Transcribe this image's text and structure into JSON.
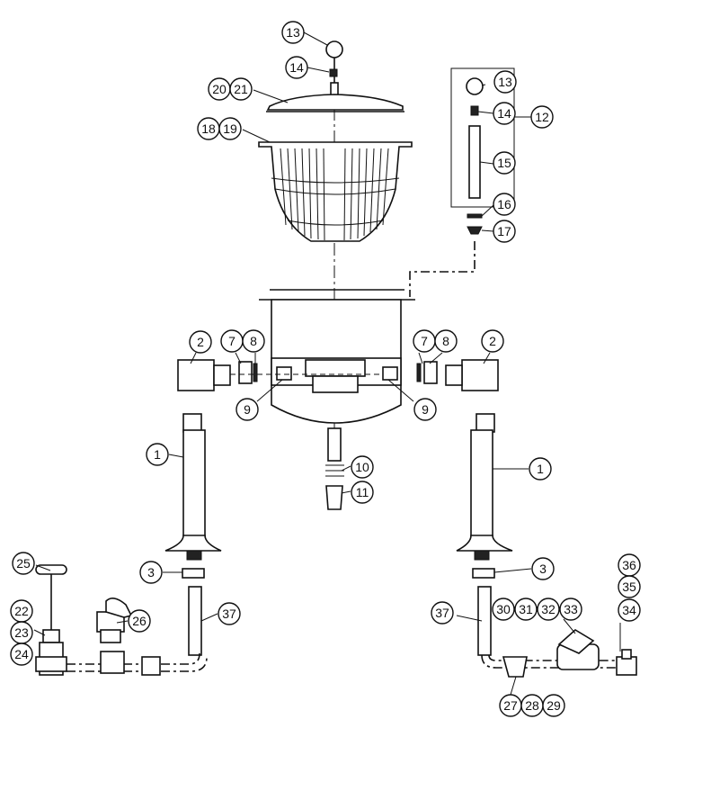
{
  "callouts": [
    {
      "id": "c13a",
      "label": "13"
    },
    {
      "id": "c14a",
      "label": "14"
    },
    {
      "id": "c20",
      "label": "20"
    },
    {
      "id": "c21",
      "label": "21"
    },
    {
      "id": "c18",
      "label": "18"
    },
    {
      "id": "c19",
      "label": "19"
    },
    {
      "id": "c13b",
      "label": "13"
    },
    {
      "id": "c14b",
      "label": "14"
    },
    {
      "id": "c12",
      "label": "12"
    },
    {
      "id": "c15",
      "label": "15"
    },
    {
      "id": "c16",
      "label": "16"
    },
    {
      "id": "c17",
      "label": "17"
    },
    {
      "id": "c2a",
      "label": "2"
    },
    {
      "id": "c7a",
      "label": "7"
    },
    {
      "id": "c8a",
      "label": "8"
    },
    {
      "id": "c9a",
      "label": "9"
    },
    {
      "id": "c7b",
      "label": "7"
    },
    {
      "id": "c8b",
      "label": "8"
    },
    {
      "id": "c2b",
      "label": "2"
    },
    {
      "id": "c9b",
      "label": "9"
    },
    {
      "id": "c10",
      "label": "10"
    },
    {
      "id": "c11",
      "label": "11"
    },
    {
      "id": "c1a",
      "label": "1"
    },
    {
      "id": "c1b",
      "label": "1"
    },
    {
      "id": "c3a",
      "label": "3"
    },
    {
      "id": "c3b",
      "label": "3"
    },
    {
      "id": "c25",
      "label": "25"
    },
    {
      "id": "c22",
      "label": "22"
    },
    {
      "id": "c23",
      "label": "23"
    },
    {
      "id": "c24",
      "label": "24"
    },
    {
      "id": "c26",
      "label": "26"
    },
    {
      "id": "c37a",
      "label": "37"
    },
    {
      "id": "c37b",
      "label": "37"
    },
    {
      "id": "c30",
      "label": "30"
    },
    {
      "id": "c31",
      "label": "31"
    },
    {
      "id": "c32",
      "label": "32"
    },
    {
      "id": "c33",
      "label": "33"
    },
    {
      "id": "c36",
      "label": "36"
    },
    {
      "id": "c35",
      "label": "35"
    },
    {
      "id": "c34",
      "label": "34"
    },
    {
      "id": "c27",
      "label": "27"
    },
    {
      "id": "c28",
      "label": "28"
    },
    {
      "id": "c29",
      "label": "29"
    }
  ]
}
